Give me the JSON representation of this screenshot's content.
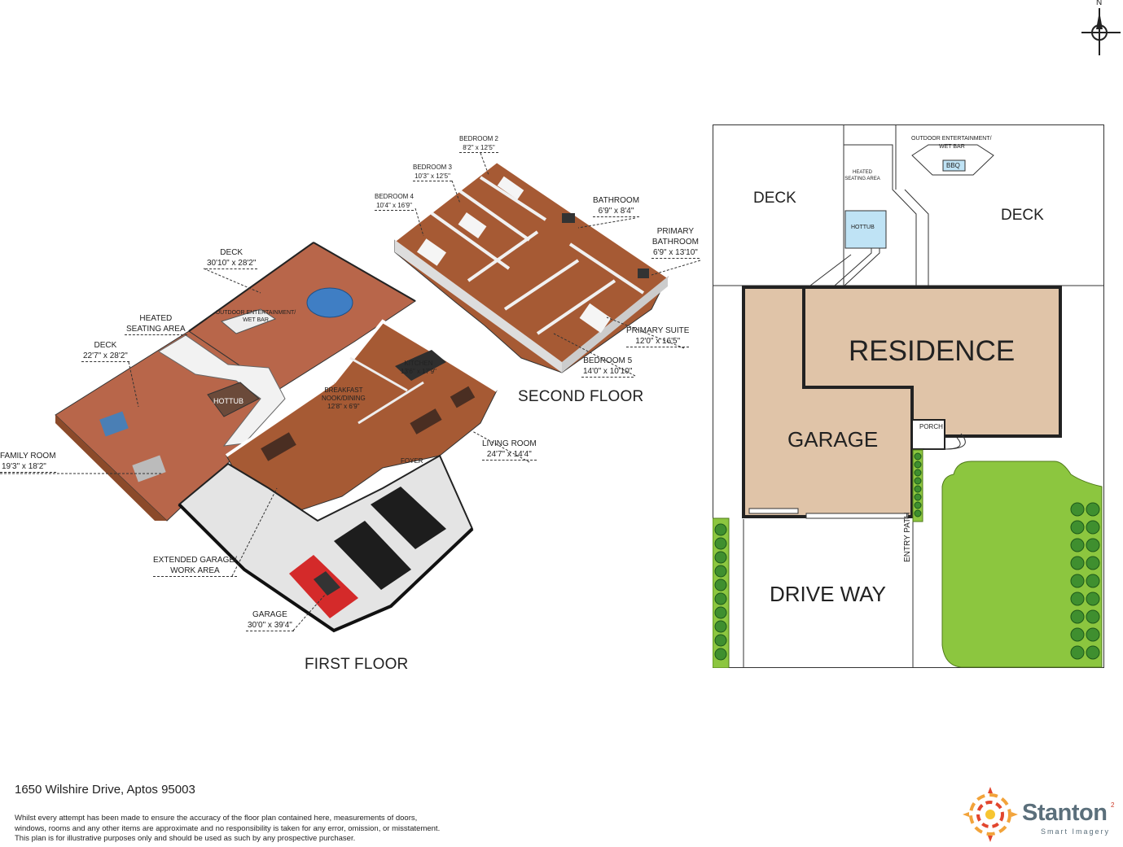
{
  "compass": {
    "label": "N"
  },
  "first_floor": {
    "title": "FIRST FLOOR",
    "rooms": {
      "deck_upper": {
        "name": "DECK",
        "dims": "30'10\" x 28'2\""
      },
      "outdoor_ent": {
        "name": "OUTDOOR ENTERTAINMENT/ WET BAR"
      },
      "heated_seating": {
        "name1": "HEATED",
        "name2": "SEATING AREA"
      },
      "deck_lower": {
        "name": "DECK",
        "dims": "22'7\" x 28'2\""
      },
      "hottub": {
        "name": "HOTTUB"
      },
      "family_room": {
        "name": "FAMILY ROOM",
        "dims": "19'3\" x 18'2\""
      },
      "kitchen": {
        "name": "KITCHEN",
        "dims": "13'6\" x 17'9\""
      },
      "breakfast": {
        "name1": "BREAKFAST",
        "name2": "NOOK/DINING",
        "dims": "12'8\" x 6'9\""
      },
      "living_room": {
        "name": "LIVING ROOM",
        "dims": "24'7\" x 14'4\""
      },
      "foyer": {
        "name": "FOYER"
      },
      "extended_garage": {
        "name1": "EXTENDED GARAGE/",
        "name2": "WORK AREA"
      },
      "garage": {
        "name": "GARAGE",
        "dims": "30'0\" x 39'4\""
      }
    }
  },
  "second_floor": {
    "title": "SECOND FLOOR",
    "rooms": {
      "bedroom2": {
        "name": "BEDROOM 2",
        "dims": "8'2\" x 12'5\""
      },
      "bedroom3": {
        "name": "BEDROOM 3",
        "dims": "10'3\" x 12'5\""
      },
      "bedroom4": {
        "name": "BEDROOM 4",
        "dims": "10'4\" x 16'9\""
      },
      "bathroom": {
        "name": "BATHROOM",
        "dims": "6'9\" x 8'4\""
      },
      "primary_bath": {
        "name1": "PRIMARY",
        "name2": "BATHROOM",
        "dims": "6'9\" x 13'10\""
      },
      "primary_suite": {
        "name": "PRIMARY SUITE",
        "dims": "12'0\" x 16'5\""
      },
      "bedroom5": {
        "name": "BEDROOM 5",
        "dims": "14'0\" x 10'10\""
      }
    }
  },
  "site_plan": {
    "deck_left": "DECK",
    "deck_right": "DECK",
    "heated_seating": "HEATED SEATING AREA",
    "hottub": "HOTTUB",
    "outdoor_ent1": "OUTDOOR ENTERTAINMENT/",
    "outdoor_ent2": "WET BAR",
    "bbq": "BBQ",
    "residence": "RESIDENCE",
    "garage": "GARAGE",
    "porch": "PORCH",
    "entry_path": "ENTRY PATH",
    "drive_way": "DRIVE WAY"
  },
  "footer": {
    "address": "1650 Wilshire Drive, Aptos 95003",
    "disclaimer1": "Whilst every attempt has been made to ensure the accuracy of the floor plan contained here, measurements of doors,",
    "disclaimer2": "windows, rooms and any other items are approximate and no responsibility is taken for any error, omission, or misstatement.",
    "disclaimer3": "This plan is for illustrative purposes only and should be used as such by any prospective purchaser."
  },
  "logo": {
    "name": "Stanton",
    "superscript": "2",
    "tagline": "Smart Imagery"
  },
  "colors": {
    "wood": "#a65a34",
    "deck": "#b8664a",
    "garage_floor": "#e4e4e4",
    "building": "#e0c4a8",
    "lawn": "#8cc63f",
    "water": "#bfe3f5"
  }
}
